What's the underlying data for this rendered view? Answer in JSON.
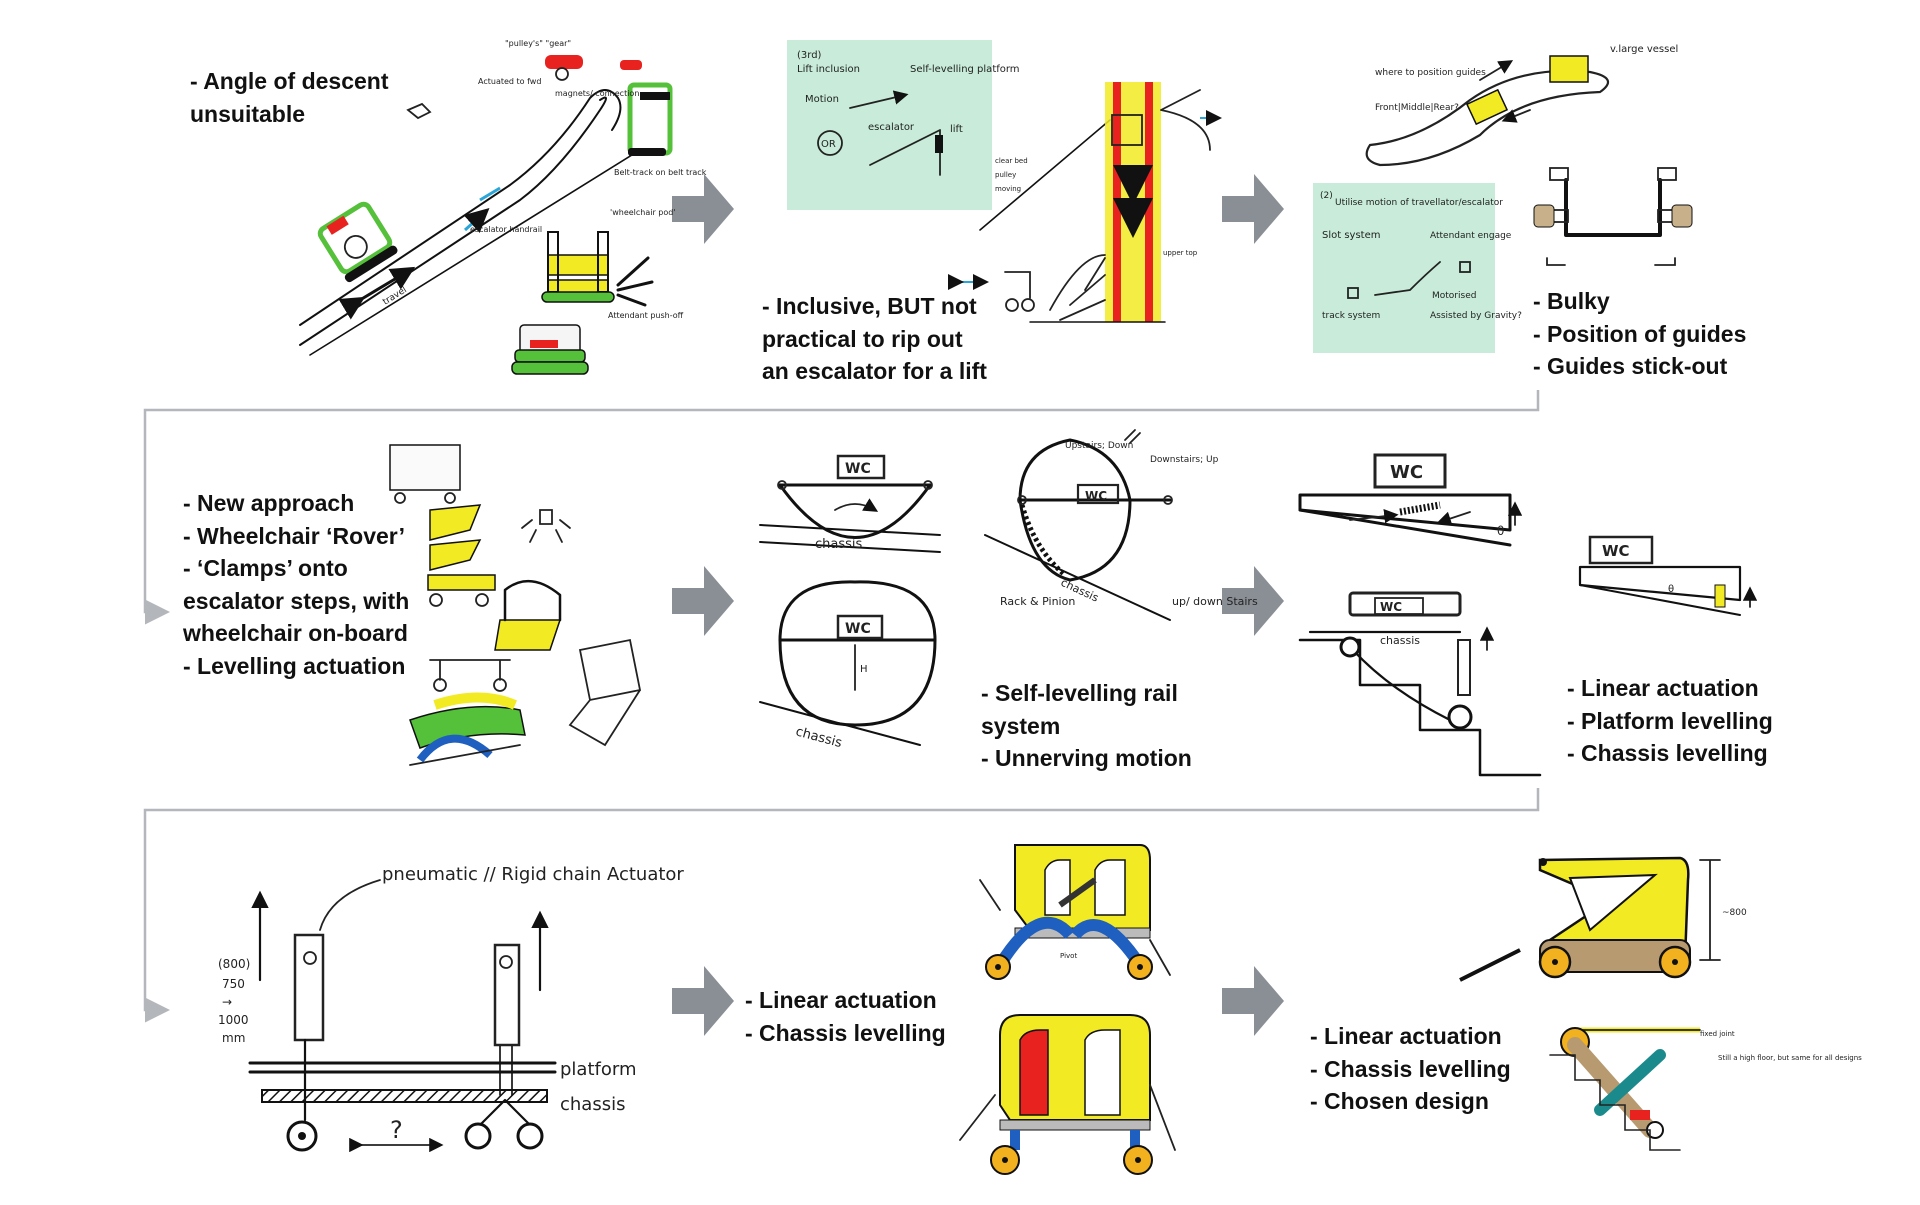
{
  "colors": {
    "arrow": "#8a8f96",
    "connector": "#b3b6ba",
    "highlighter_yellow": "#f2ea22",
    "highlighter_green": "#55c03a",
    "highlighter_red": "#e8231f",
    "highlighter_blue": "#1f5fbf",
    "highlighter_teal": "#1b8a8c",
    "sticky_note": "#c8ecd9",
    "wheel_orange": "#f2b21f",
    "cyan_arrow": "#2aa6d8"
  },
  "row1": {
    "note1": [
      "- Angle of descent",
      "unsuitable"
    ],
    "note2": [
      "- Inclusive, BUT not",
      "practical to rip out",
      "an escalator for a lift"
    ],
    "note3": [
      "- Bulky",
      "- Position of guides",
      "- Guides stick-out"
    ],
    "sketch1_labels": {
      "pulleys": "\"pulley's\" \"gear\"",
      "actuated": "Actuated to fwd",
      "magnets": "magnets/ connection",
      "belt": "Belt-track on belt track",
      "wheelchair_pod": "'wheelchair pod'",
      "rail_label": "travel",
      "handrail": "escalator handrail",
      "attendant": "Attendant push-off"
    },
    "sticky1": {
      "lines": [
        "(3rd)",
        "Lift inclusion",
        "Self-levelling platform",
        "Motion",
        "OR",
        "escalator",
        "lift"
      ]
    },
    "sketch2_labels": {
      "clear_bed": "clear bed",
      "pulley": "pulley",
      "moving": "moving",
      "upper_top": "upper top"
    },
    "sketch3_labels": {
      "where": "where to position guides",
      "fmr": "Front|Middle|Rear?",
      "vessel": "v.large vessel"
    },
    "sticky2": {
      "lines": [
        "(2)",
        "Utilise motion of travellator/escalator",
        "Slot system",
        "Attendant engage",
        "Motorised",
        "Assisted by Gravity?",
        "track system"
      ]
    }
  },
  "row2": {
    "note1": [
      "- New approach",
      "- Wheelchair ‘Rover’",
      "- ‘Clamps’ onto",
      "escalator steps, with",
      "wheelchair on-board",
      "- Levelling actuation"
    ],
    "note2": [
      "- Self-levelling rail",
      "system",
      "- Unnerving motion"
    ],
    "note3": [
      "- Linear actuation",
      "- Platform levelling",
      "- Chassis levelling"
    ],
    "labels": {
      "wc": "WC",
      "chassis": "chassis",
      "rack": "Rack & Pinion",
      "updown": "up/ down Stairs",
      "upstairs": "Upstairs; Down",
      "downstairs": "Downstairs; Up",
      "h": "H",
      "theta": "θ"
    }
  },
  "row3": {
    "note1": [
      "- Linear actuation",
      "- Chassis levelling"
    ],
    "note2": [
      "- Linear actuation",
      "- Chassis levelling",
      "- Chosen design"
    ],
    "labels": {
      "actuator": "pneumatic // Rigid chain Actuator",
      "platform": "platform",
      "chassis": "chassis",
      "dims": [
        "(800)",
        "750",
        "→",
        "1000",
        "mm"
      ],
      "question": "?",
      "pivot": "Pivot",
      "dim800": "~800",
      "fixed_joint": "fixed joint",
      "note_small": "Still a high floor, but same for all designs"
    }
  }
}
